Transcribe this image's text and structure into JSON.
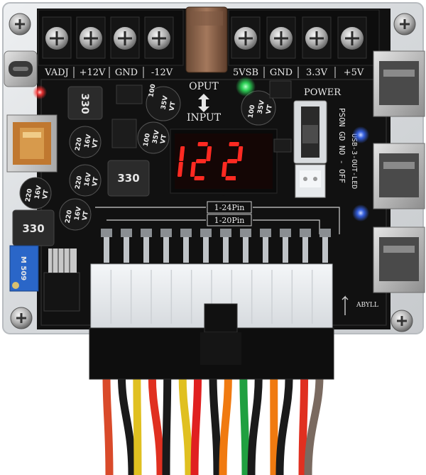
{
  "terminal_labels": [
    "VADJ",
    "+12V",
    "GND",
    "-12V",
    "5VSB",
    "GND",
    "3.3V",
    "+5V"
  ],
  "direction_labels": {
    "top": "OPUT",
    "bottom": "INPUT"
  },
  "power_label": "POWER",
  "switch_label": "PSON GD NO - OFF",
  "usb_led_label": "USB-3-OUT-LED",
  "pin_labels": {
    "upper": "1-24Pin",
    "lower": "1-20Pin"
  },
  "display_reading": "12.2",
  "corner_label": "ABYLL",
  "trimmer_label": "M 509",
  "capacitors": {
    "c1": [
      "100",
      "35V",
      "VT"
    ],
    "c2": [
      "100",
      "35V",
      "VT"
    ],
    "c3": [
      "220",
      "16V",
      "VT"
    ],
    "c4": [
      "100",
      "35V",
      "VT"
    ],
    "c5": [
      "220",
      "16V",
      "VT"
    ],
    "c6": [
      "220",
      "16V",
      "VT"
    ],
    "c7": [
      "220",
      "16V",
      "VT"
    ]
  },
  "inductors": {
    "l1": "330",
    "l2": "330",
    "l3": "330"
  },
  "colors": {
    "board": "#111111",
    "display_red": "#ff2a22",
    "led_green": "#33ff66",
    "led_blue": "#3a6bff",
    "led_red": "#ff3030",
    "connector_white": "#e9ecef",
    "connector_black": "#0e0e0e"
  },
  "wire_colors": [
    "#d94a2a",
    "#1a1a1a",
    "#e0c020",
    "#e03020",
    "#1a1a1a",
    "#e0c020",
    "#e02020",
    "#1a1a1a",
    "#f07a10",
    "#20a040",
    "#1a1a1a",
    "#f07a10",
    "#1a1a1a",
    "#e03020",
    "#7a6a60"
  ]
}
